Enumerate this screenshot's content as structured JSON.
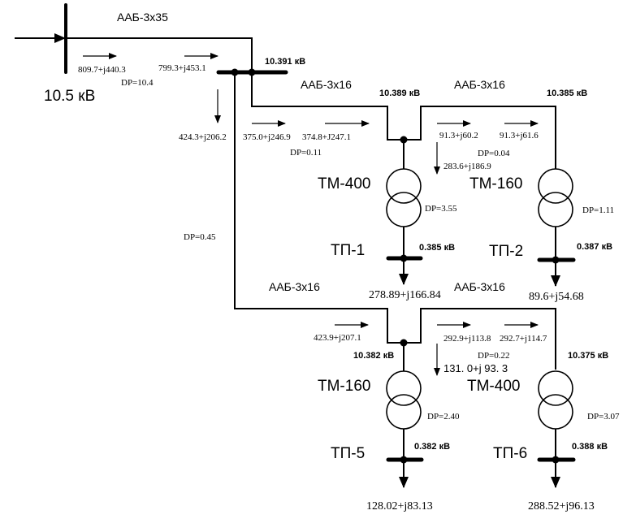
{
  "source": {
    "voltage": "10.5 кВ",
    "cable": "ААБ-3х35",
    "flow_out": "809.7+j440.3",
    "dp": "DP=10.4"
  },
  "bus_main": {
    "voltage": "10.391 кВ",
    "flow_in": "799.3+j453.1",
    "flow_down": "424.3+j206.2"
  },
  "upper_branch": {
    "cable_1": "ААБ-3х16",
    "flow_1_start": "375.0+j246.9",
    "flow_1_end": "374.8+J247.1",
    "dp_1": "DP=0.11",
    "node_1_voltage": "10.389 кВ",
    "cable_2": "ААБ-3х16",
    "flow_2_start": "91.3+j60.2",
    "flow_2_end": "91.3+j61.6",
    "dp_2": "DP=0.04",
    "tap_flow": "283.6+j186.9",
    "node_2_voltage": "10.385 кВ"
  },
  "lower_branch": {
    "dp_line": "DP=0.45",
    "cable_1": "ААБ-3х16",
    "flow_1": "423.9+j207.1",
    "node_1_voltage": "10.382 кВ",
    "cable_2": "ААБ-3х16",
    "flow_2_start": "292.9+j113.8",
    "flow_2_end": "292.7+j114.7",
    "dp_2": "DP=0.22",
    "tap_flow": "131. 0+j  93. 3",
    "node_2_voltage": "10.375 кВ"
  },
  "substations": [
    {
      "name": "ТП-1",
      "transformer": "ТМ-400",
      "dp": "DP=3.55",
      "lv_voltage": "0.385  кВ",
      "load": "278.89+j166.84"
    },
    {
      "name": "ТП-2",
      "transformer": "ТМ-160",
      "dp": "DP=1.11",
      "lv_voltage": "0.387  кВ",
      "load": "89.6+j54.68"
    },
    {
      "name": "ТП-5",
      "transformer": "ТМ-160",
      "dp": "DP=2.40",
      "lv_voltage": "0.382  кВ",
      "load": "128.02+j83.13"
    },
    {
      "name": "ТП-6",
      "transformer": "ТМ-400",
      "dp": "DP=3.07",
      "lv_voltage": "0.388   кВ",
      "load": "288.52+j96.13"
    }
  ]
}
